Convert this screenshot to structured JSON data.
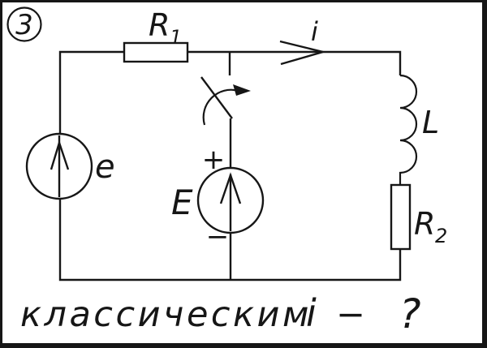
{
  "colors": {
    "ink": "#161616",
    "paper": "#ffffff"
  },
  "badge": {
    "number": "3"
  },
  "labels": {
    "r1_base": "R",
    "r1_sub": "1",
    "current": "i",
    "inductance": "L",
    "r2_base": "R",
    "r2_sub": "2",
    "emf_small": "e",
    "emf_big": "E",
    "plus": "+",
    "minus": "−"
  },
  "caption": {
    "word": "классическим",
    "symbol": "i",
    "dash": "−",
    "question": "?"
  }
}
